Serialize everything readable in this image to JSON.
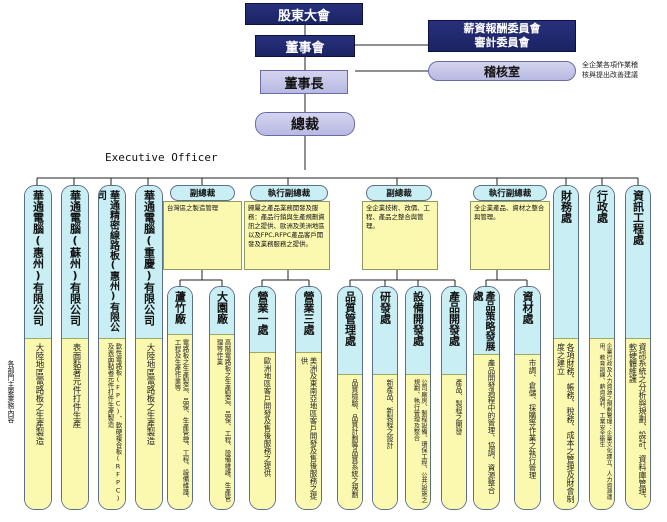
{
  "top": {
    "shareholders": "股東大會",
    "board": "董事會",
    "remuneration_audit": [
      "薪資報酬委員會",
      "審計委員會"
    ],
    "chairman": "董事長",
    "audit_office": "稽核室",
    "audit_note": [
      "全企業各項作業稽",
      "核與提出改善建議"
    ],
    "ceo": "總裁",
    "executive_officer": "Executive Officer"
  },
  "left_note": "各部門主要業務內容",
  "subsidiaries": [
    {
      "title": "華通電腦(惠州)有限公司",
      "desc": "大陸地區電路板之生產製造"
    },
    {
      "title": "華通電腦(蘇州)有限公司",
      "desc": "表面黏著元件打件生產"
    },
    {
      "title": "華通精密線路板(惠州)有限公司",
      "desc": "軟性電路板(FPC)、軟硬複合板(RFPC)及表面黏著元件打件生產製造"
    },
    {
      "title": "華通電腦(重慶)有限公司",
      "desc": "大陸地區電路板之生產製造"
    }
  ],
  "vp1": {
    "head": "副總裁",
    "desc": "台灣區之製造管理",
    "units": [
      {
        "title": "蘆竹廠",
        "desc": "電路板之生產製造、品保、生產管理、工程、設備維護、工程及生產作業等"
      },
      {
        "title": "大園廠",
        "desc": "高階電路板之生產製造、品保、工程、設備維護、生產管理等作業"
      }
    ]
  },
  "evp1": {
    "head": "執行副總裁",
    "desc": "歸屬之產品業務開發及服務：產品行銷與生產規劃資訊之提供、歐洲及美洲地區以及FPC,RFPC產品客戶開發及業務服務之提供。",
    "units": [
      {
        "title": "營業一處",
        "desc": "歐洲地區客戶開發及售後服務之提供"
      },
      {
        "title": "營業三處",
        "desc": "美洲及東南亞地區客戶開發及售後服務之提供"
      }
    ]
  },
  "vp2": {
    "head": "副總裁",
    "desc": "全企業技術、改價、工程、產品之整合與管理。",
    "units": [
      {
        "title": "品質管理處",
        "desc": "品質檢驗、品質計劃等品質系統之規劃"
      },
      {
        "title": "研發處",
        "desc": "新產品、新製程之設計"
      },
      {
        "title": "設備開發處",
        "desc": "公司廠房、製程設備、環保工程、公共設施之規劃、執行管理及整合"
      },
      {
        "title": "產品開發處",
        "desc": "產品、製程之開發"
      }
    ]
  },
  "evp2": {
    "head": "執行副總裁",
    "desc": "全企業產品、資材之整合與管理。",
    "units": [
      {
        "title": "產品策略發展處",
        "desc": "產品開發過程中的管理、協調、資源整合"
      },
      {
        "title": "資材處",
        "desc": "市調、倉儲、採購等作業之執行管理"
      }
    ]
  },
  "staff": [
    {
      "title": "財務處",
      "desc": "各項財務、帳務、稅務、成本之管理及財會制度之建立"
    },
    {
      "title": "行政處",
      "desc": "企業行政及人力資源之規劃管理：企業文化建立、人力資源運用、教育訓練、薪資福利、工業安全衛生"
    },
    {
      "title": "資訊工程處",
      "desc": "資訊系統之分析與規劃、設計、資料庫管理、軟硬體維護"
    }
  ],
  "colors": {
    "navy": "#1f2870",
    "lavender": "#c4c5ea",
    "cyan": "#c9eef4",
    "yellow": "#fbf8b0"
  }
}
